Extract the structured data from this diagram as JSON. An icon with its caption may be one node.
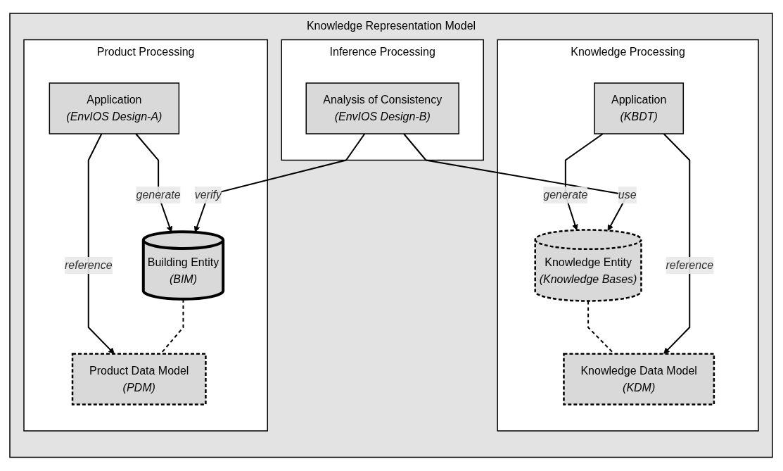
{
  "diagram": {
    "nodes": [
      {
        "text": [
          "Knowledge Representation Model"
        ]
      },
      {
        "text": [
          "Product Processing"
        ],
        "in": 0
      },
      {
        "text": [
          "Product Data Model",
          "(PDM)"
        ],
        "in": 1
      },
      {
        "text": [
          "Application",
          "(EnvIOS Design-A)"
        ],
        "in": 1
      },
      {
        "text": [
          "Building Entity",
          "(BIM)"
        ],
        "in": 1
      },
      {
        "text": [
          "Knowledge Processing"
        ],
        "in": 0
      },
      {
        "text": [
          "Knowledge Data Model",
          "(KDM)"
        ],
        "in": 5
      },
      {
        "text": [
          "Knowledge Entity",
          "(Knowledge Bases)"
        ],
        "in": 5
      },
      {
        "text": [
          "Application",
          "(KBDT)"
        ],
        "in": 5
      },
      {
        "text": [
          "Inference Processing"
        ],
        "in": 0
      },
      {
        "text": [
          "Analysis of Consistency",
          "(EnvIOS Design-B)"
        ],
        "in": 9
      }
    ],
    "edges": [
      {
        "from": 3,
        "to": 2,
        "arrow": "to",
        "label": "reference"
      },
      {
        "from": 3,
        "to": 4,
        "arrow": "to",
        "label": "generate"
      },
      {
        "from": 4,
        "to": 2,
        "arrow": "none",
        "style": "dashed"
      },
      {
        "from": 7,
        "to": 6,
        "arrow": "none",
        "style": "dashed"
      },
      {
        "from": 8,
        "to": 6,
        "arrow": "to",
        "label": "reference"
      },
      {
        "from": 8,
        "to": 7,
        "arrow": "to",
        "label": "generate"
      },
      {
        "from": 10,
        "to": 4,
        "arrow": "to",
        "label": "verify"
      },
      {
        "from": 10,
        "to": 7,
        "arrow": "to",
        "label": "use"
      }
    ]
  }
}
